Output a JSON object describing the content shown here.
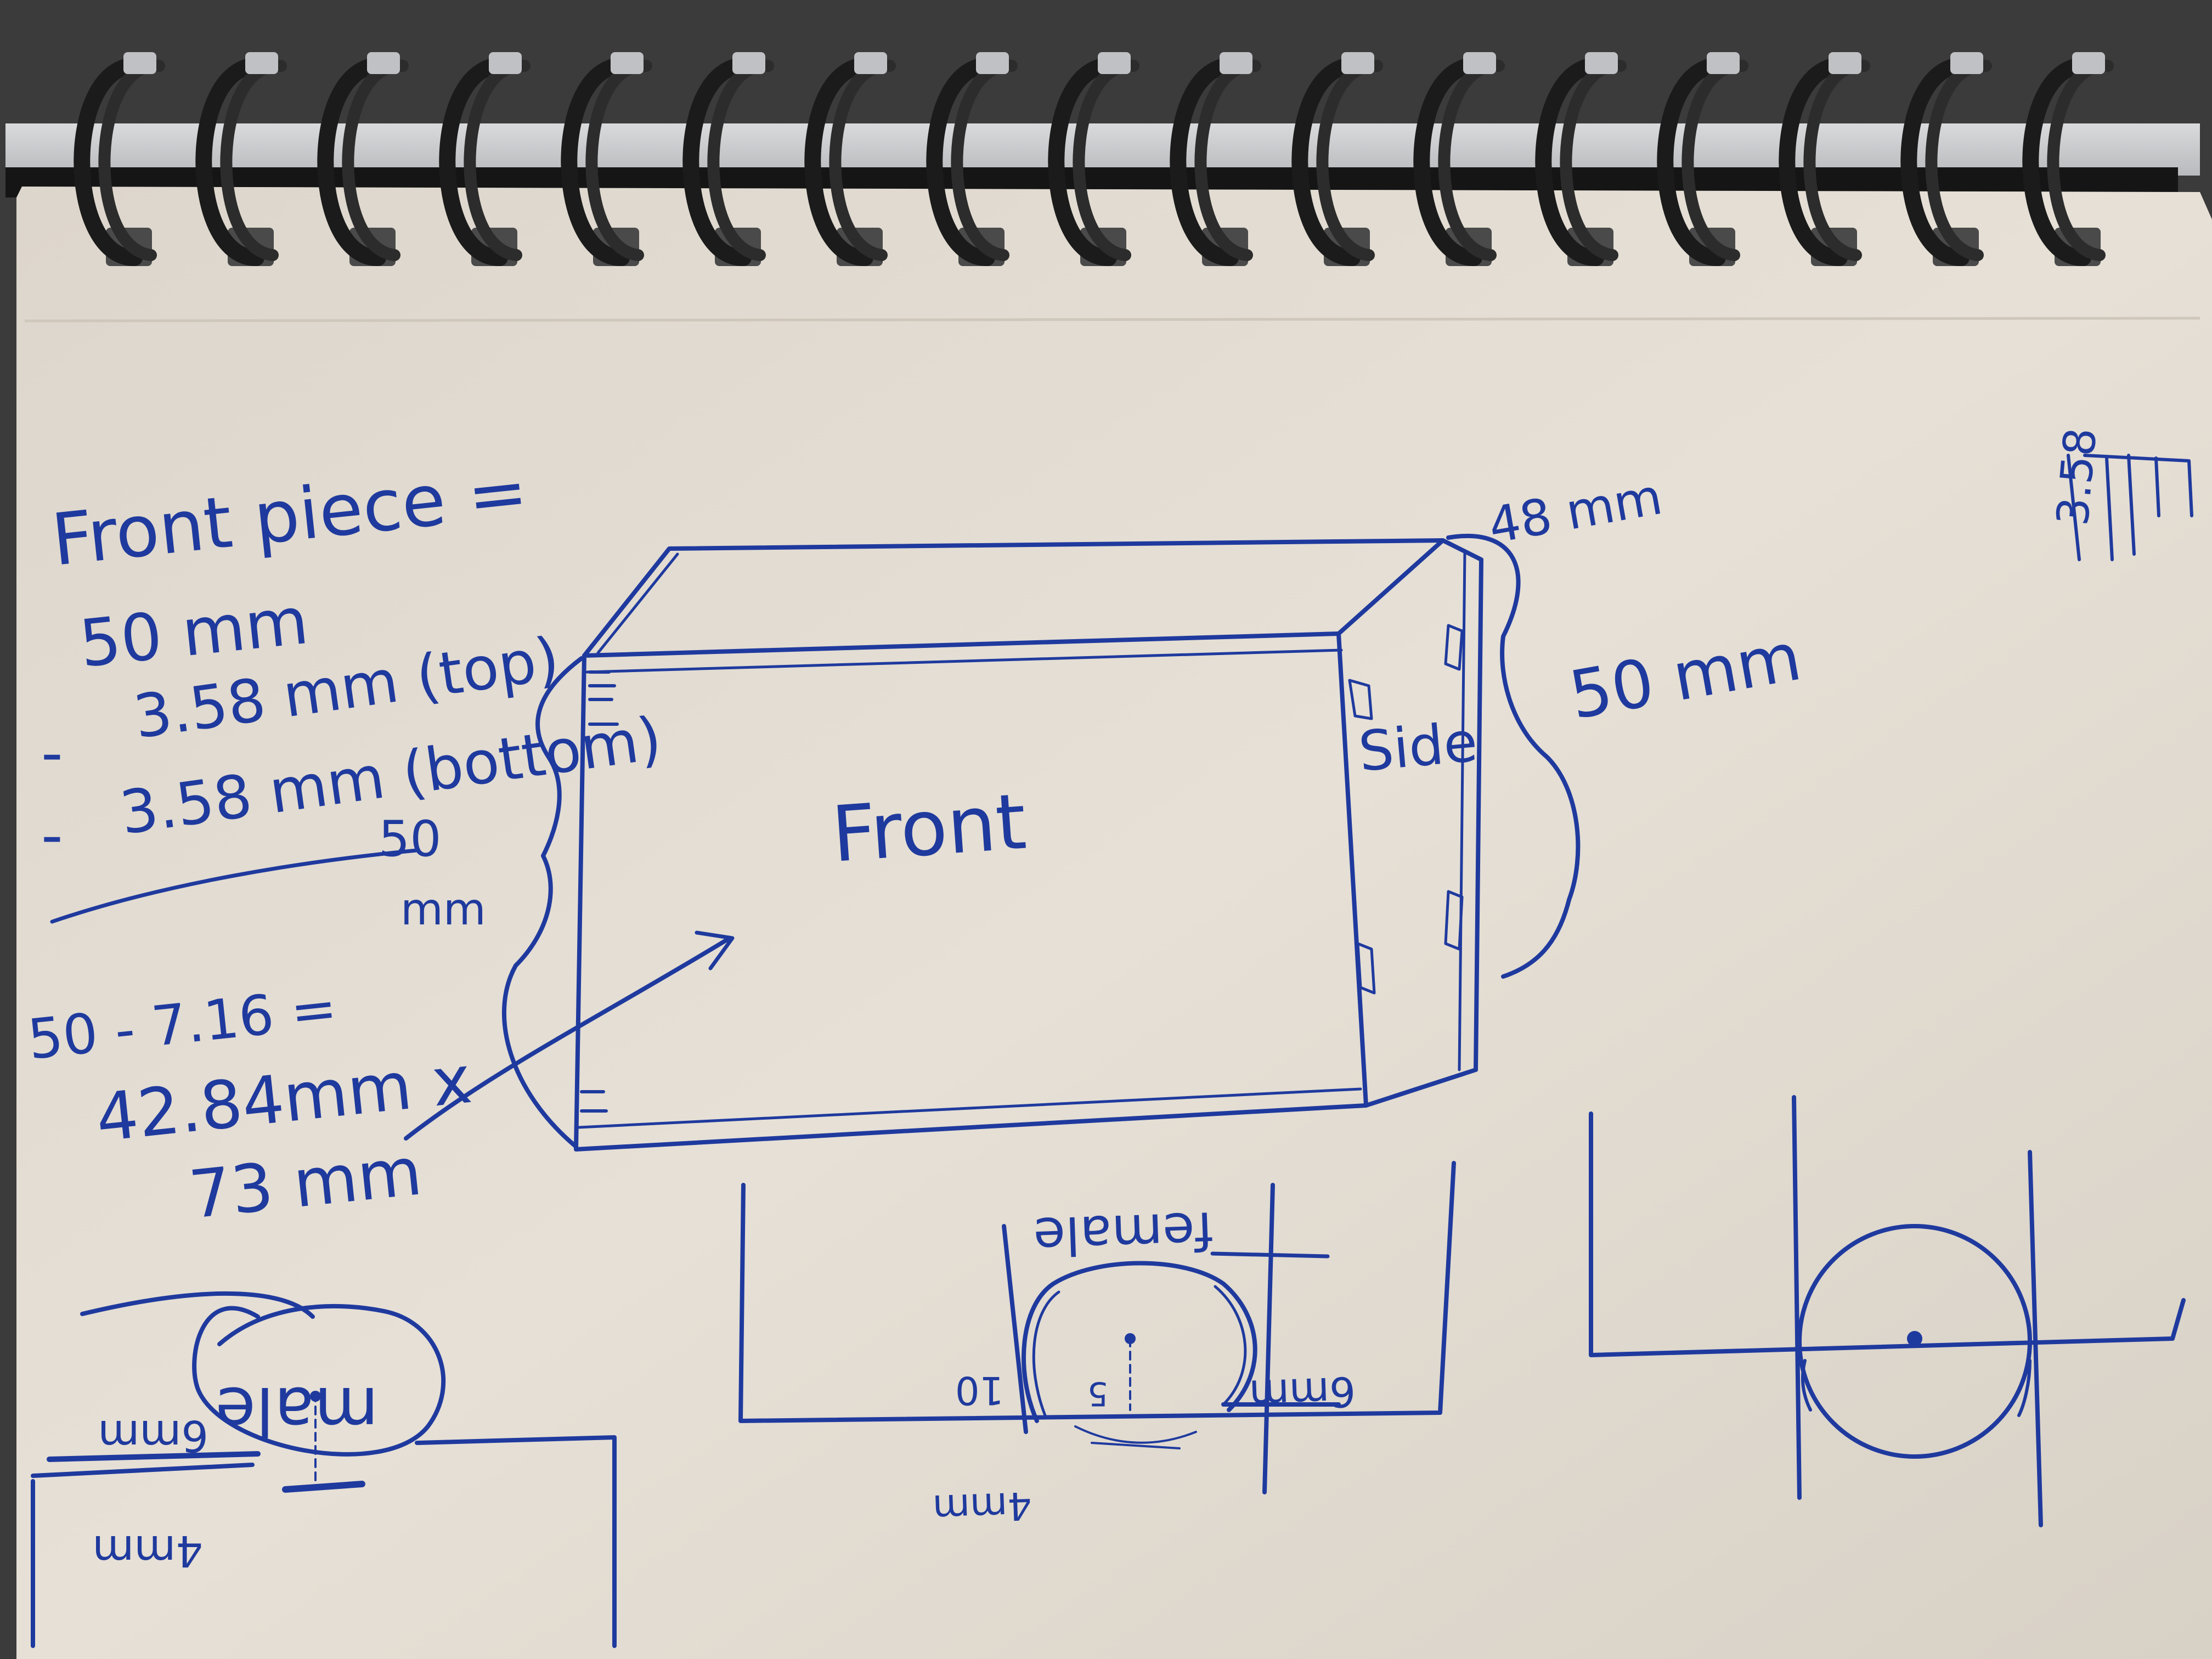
{
  "notes": {
    "heading": "Front piece =",
    "line_50": "50 mm",
    "line_top": "3.58 mm (top)",
    "line_bottom": "3.58 mm (bottom)",
    "minus_1": "-",
    "minus_2": "-",
    "sum_val": "50",
    "sum_unit": "mm",
    "calc_1": "50 - 7.16 =",
    "calc_2": "42.84mm x",
    "calc_3": "73 mm"
  },
  "box": {
    "front_label": "Front",
    "side_label": "Side",
    "dim_top_right": "48 mm",
    "dim_right": "50 mm"
  },
  "joints": {
    "male_label": "male",
    "male_dim_a": "6mm",
    "male_dim_b": "4mm",
    "female_label": "female",
    "female_dim_a": "10",
    "female_dim_b": "6mm",
    "female_dim_c": "4mm",
    "female_dim_d": "5"
  },
  "corner_scribble": "3.58",
  "colors": {
    "ink": "#1f3a9e",
    "paper": "#e4ddd3",
    "coil": "#1b1b1b"
  }
}
